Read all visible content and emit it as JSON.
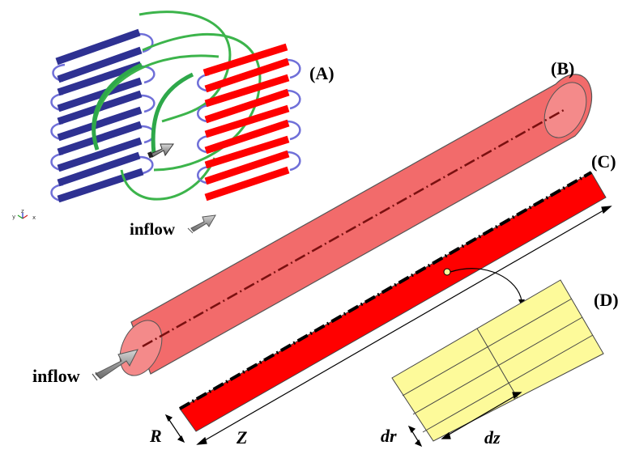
{
  "colors": {
    "blue_tube": "#2e3192",
    "blue_bend": "#6f6fd8",
    "red_tube": "#ff0000",
    "green_link": "#3cb44b",
    "cylinder_fill": "#f26b6b",
    "strip_fill": "#ff0000",
    "cell_fill": "#fdfa9a",
    "arrow_gray": "#9a9a9a"
  },
  "labels": {
    "panel_a": "(A)",
    "panel_b": "(B)",
    "panel_c": "(C)",
    "panel_d": "(D)",
    "inflow_top": "inflow",
    "inflow_bottom": "inflow",
    "radius": "R",
    "length": "Z",
    "dr": "dr",
    "dz": "dz",
    "axis_y": "y",
    "axis_z": "z",
    "axis_x": "x"
  }
}
